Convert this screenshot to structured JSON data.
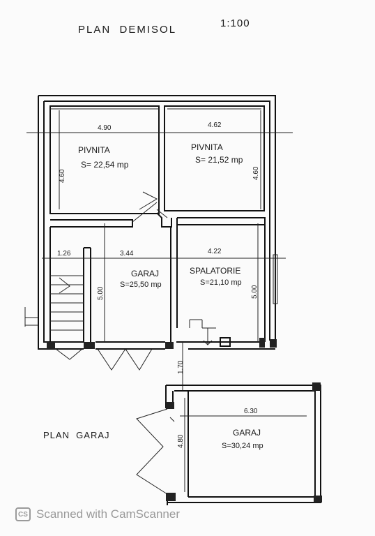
{
  "title": "PLAN  DEMISOL",
  "scale": "1:100",
  "garage_plan_title": "PLAN  GARAJ",
  "rooms": [
    {
      "name": "PIVNITA",
      "area": "S= 22,54 mp"
    },
    {
      "name": "PIVNITA",
      "area": "S= 21,52 mp"
    },
    {
      "name": "GARAJ",
      "area": "S=25,50 mp"
    },
    {
      "name": "SPALATORIE",
      "area": "S=21,10 mp"
    },
    {
      "name": "GARAJ",
      "area": "S=30,24 mp"
    }
  ],
  "dimensions": {
    "pivnita1_width": "4.90",
    "pivnita2_width": "4.62",
    "pivnita1_height": "4.60",
    "pivnita2_height": "4.60",
    "stair_width": "1.26",
    "garaj_width": "3.44",
    "spalatorie_width": "4.22",
    "garaj_depth": "5.00",
    "spalatorie_depth": "5.00",
    "gap": "1.70",
    "garaj2_width": "6.30",
    "garaj2_depth": "4.80"
  },
  "watermark": {
    "icon": "CS",
    "text": "Scanned with CamScanner"
  }
}
